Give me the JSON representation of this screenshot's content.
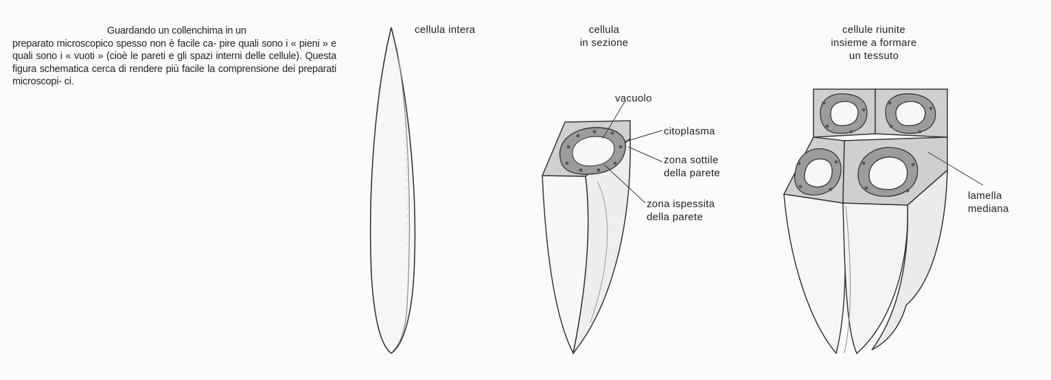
{
  "intro": {
    "lines": [
      "Guardando un collenchima in un",
      "preparato microscopico spesso non è facile ca-",
      "pire quali sono i « pieni » e quali sono i « vuoti »",
      "(cioè le pareti e gli spazi interni delle cellule).",
      "Questa figura schematica cerca di rendere più",
      "facile la comprensione dei preparati microscopi-",
      "ci."
    ]
  },
  "labels": {
    "whole_cell": "cellula intera",
    "section_line1": "cellula",
    "section_line2": "in sezione",
    "tissue_line1": "cellule riunite",
    "tissue_line2": "insieme a formare",
    "tissue_line3": "un tessuto",
    "vacuole": "vacuolo",
    "cytoplasm": "citoplasma",
    "thin_zone_line1": "zona sottile",
    "thin_zone_line2": "della parete",
    "thick_zone_line1": "zona ispessita",
    "thick_zone_line2": "della parete",
    "middle_lamella_line1": "lamella",
    "middle_lamella_line2": "mediana"
  }
}
